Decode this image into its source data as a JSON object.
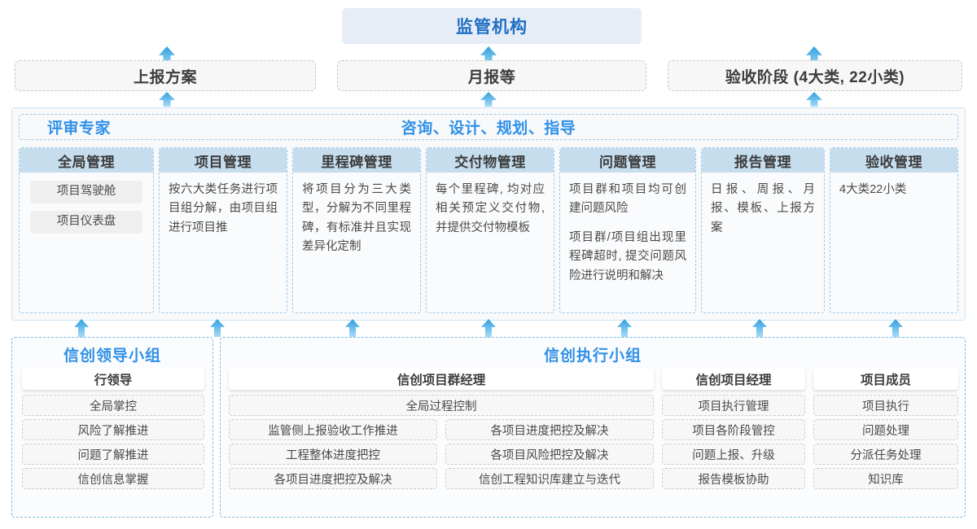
{
  "top": {
    "regulator": "监管机构",
    "reports": [
      {
        "label": "上报方案"
      },
      {
        "label": "月报等"
      },
      {
        "label": "验收阶段 (4大类, 22小类)"
      }
    ]
  },
  "middle": {
    "left_title": "评审专家",
    "center_title": "咨询、设计、规划、指导",
    "columns": [
      {
        "title": "全局管理",
        "pills": [
          "项目驾驶舱",
          "项目仪表盘"
        ],
        "paragraphs": []
      },
      {
        "title": "项目管理",
        "pills": [],
        "paragraphs": [
          "按六大类任务进行项目组分解，由项目组进行项目推"
        ]
      },
      {
        "title": "里程碑管理",
        "pills": [],
        "paragraphs": [
          "将项目分为三大类型，分解为不同里程碑，有标准并且实现差异化定制"
        ]
      },
      {
        "title": "交付物管理",
        "pills": [],
        "paragraphs": [
          "每个里程碑, 均对应相关预定义交付物, 并提供交付物模板"
        ]
      },
      {
        "title": "问题管理",
        "pills": [],
        "paragraphs": [
          "项目群和项目均可创建问题风险",
          "项目群/项目组出现里程碑超时, 提交问题风险进行说明和解决"
        ]
      },
      {
        "title": "报告管理",
        "pills": [],
        "paragraphs": [
          "日报、周报、月报、模板、上报方案"
        ]
      },
      {
        "title": "验收管理",
        "pills": [],
        "paragraphs": [
          "4大类22小类"
        ]
      }
    ]
  },
  "bottom": {
    "left_group": {
      "title": "信创领导小组",
      "role": "行领导",
      "tasks": [
        "全局掌控",
        "风险了解推进",
        "问题了解推进",
        "信创信息掌握"
      ]
    },
    "right_group": {
      "title": "信创执行小组",
      "roles": [
        {
          "name": "信创项目群经理",
          "full_width_task": "全局过程控制",
          "tasks_left": [
            "监管侧上报验收工作推进",
            "工程整体进度把控",
            "各项目进度把控及解决"
          ],
          "tasks_right": [
            "各项目进度把控及解决",
            "各项目风险把控及解决",
            "信创工程知识库建立与迭代"
          ]
        },
        {
          "name": "信创项目经理",
          "tasks": [
            "项目执行管理",
            "项目各阶段管控",
            "问题上报、升级",
            "报告模板协助"
          ]
        },
        {
          "name": "项目成员",
          "tasks": [
            "项目执行",
            "问题处理",
            "分派任务处理",
            "知识库"
          ]
        }
      ]
    }
  },
  "arrows": {
    "icon": "arrow-up-icon",
    "color": "#3aa9e8",
    "to_regulator_x": [
      205,
      600,
      1000
    ],
    "to_middle_x": [
      100,
      267,
      433,
      600,
      767,
      933,
      1100
    ]
  },
  "colors": {
    "accent_blue": "#2f90e8",
    "header_fill": "#c6ddee",
    "regulator_fill": "#e7edf6",
    "arrow": "#3aa9e8"
  }
}
